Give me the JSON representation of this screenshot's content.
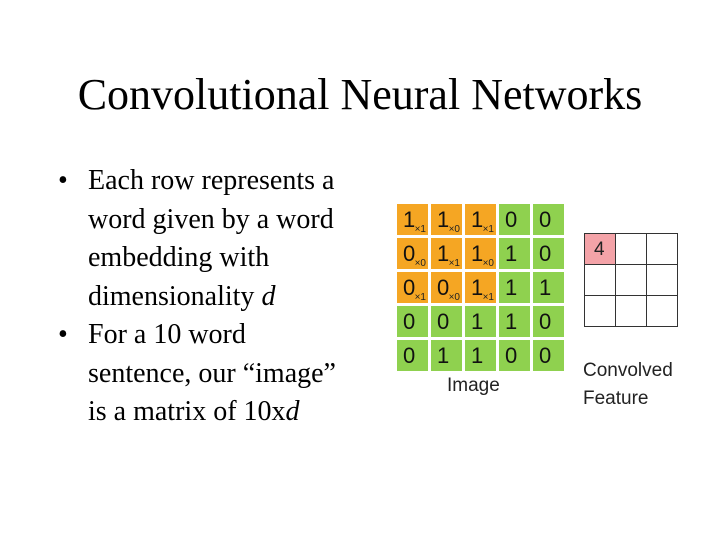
{
  "title": "Convolutional Neural Networks",
  "bullets": [
    {
      "dot": "•",
      "line1": "Each row represents a",
      "line2": "word given by a word",
      "line3": "embedding with",
      "line4_pre": "dimensionality ",
      "line4_var": "d"
    },
    {
      "dot": "•",
      "line1": "For a 10 word",
      "line2": "sentence, our “image”",
      "line3_pre": "is a matrix of 10x",
      "line3_var": "d"
    }
  ],
  "image_grid": {
    "caption": "Image",
    "rows": [
      [
        "1",
        "1",
        "1",
        "0",
        "0"
      ],
      [
        "0",
        "1",
        "1",
        "1",
        "0"
      ],
      [
        "0",
        "0",
        "1",
        "1",
        "1"
      ],
      [
        "0",
        "0",
        "1",
        "1",
        "0"
      ],
      [
        "0",
        "1",
        "1",
        "0",
        "0"
      ]
    ],
    "kernel_weights": [
      [
        "×1",
        "×0",
        "×1"
      ],
      [
        "×0",
        "×1",
        "×0"
      ],
      [
        "×1",
        "×0",
        "×1"
      ]
    ],
    "kernel_color": "#f5a623",
    "cell_color": "#8fd14f"
  },
  "feature_grid": {
    "caption_line1": "Convolved",
    "caption_line2": "Feature",
    "rows": [
      [
        "4",
        "",
        ""
      ],
      [
        "",
        "",
        ""
      ],
      [
        "",
        "",
        ""
      ]
    ],
    "filled_color": "#f4a3a8"
  }
}
